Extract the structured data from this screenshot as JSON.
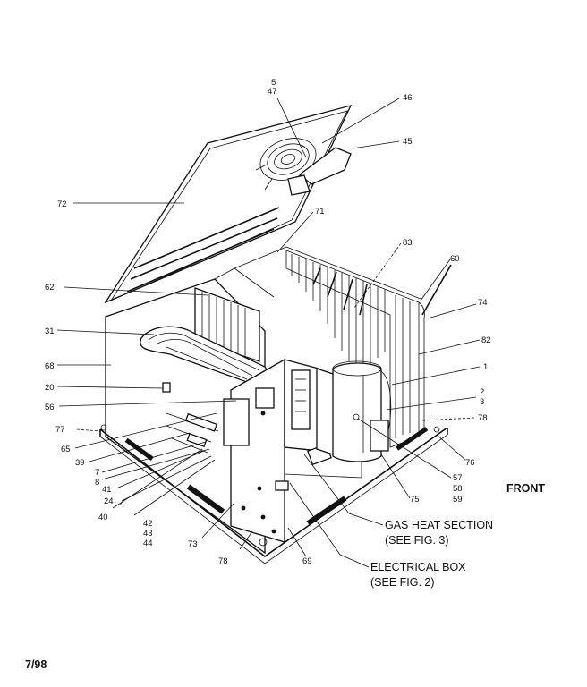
{
  "callouts": {
    "c5": "5",
    "c47": "47",
    "c46": "46",
    "c45": "45",
    "c72": "72",
    "c71": "71",
    "c83": "83",
    "c60": "60",
    "c62": "62",
    "c74": "74",
    "c31": "31",
    "c82": "82",
    "c68": "68",
    "c1": "1",
    "c20": "20",
    "c2": "2",
    "c3": "3",
    "c56": "56",
    "c78a": "78",
    "c77": "77",
    "c76": "76",
    "c65": "65",
    "c39": "39",
    "c7": "7",
    "c8": "8",
    "c57": "57",
    "c58": "58",
    "c59": "59",
    "c41": "41",
    "c24": "24",
    "c4": "4",
    "c75": "75",
    "c40": "40",
    "c42": "42",
    "c43": "43",
    "c44": "44",
    "c73": "73",
    "c78b": "78",
    "c69": "69"
  },
  "front_label": "FRONT",
  "gas_heat": {
    "line1": "GAS HEAT SECTION",
    "line2": "(SEE FIG. 3)"
  },
  "electrical_box": {
    "line1": "ELECTRICAL BOX",
    "line2": "(SEE FIG. 2)"
  },
  "date": "7/98"
}
